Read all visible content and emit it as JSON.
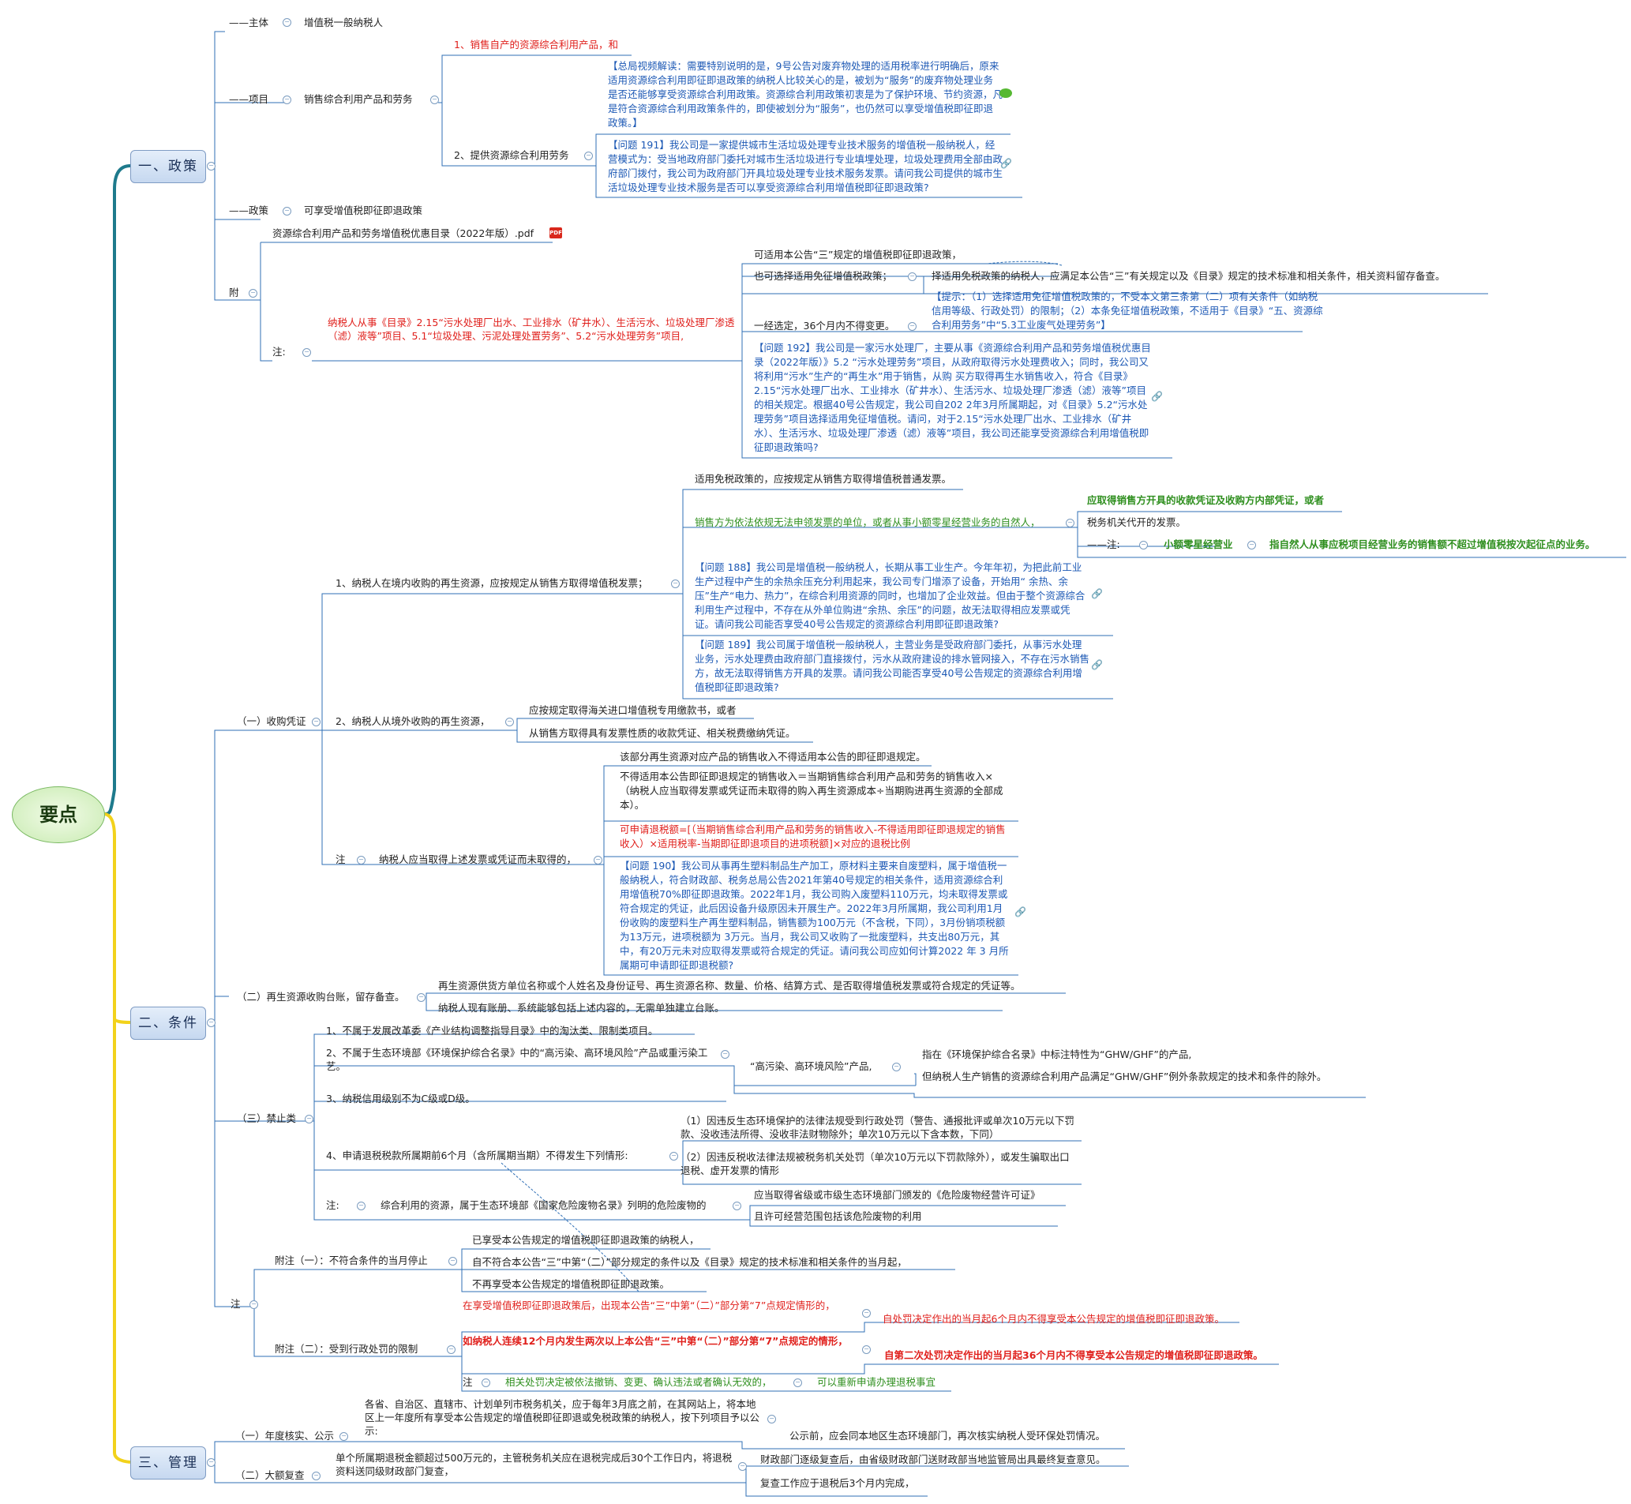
{
  "root": "要点",
  "sections": {
    "policy": "一、政策",
    "conditions": "二、条件",
    "management": "三、管理"
  },
  "policy": {
    "subject_label": "——主体",
    "subject_value": "增值税一般纳税人",
    "item_label": "——项目",
    "item_value": "销售综合利用产品和劳务",
    "item1": "1、销售自产的资源综合利用产品，和",
    "item2": "2、提供资源综合利用劳务",
    "video_note": "【总局视频解读：需要特别说明的是，9号公告对废弃物处理的适用税率进行明确后，原来适用资源综合利用即征即退政策的纳税人比较关心的是，被划为“服务”的废弃物处理业务是否还能够享受资源综合利用政策。资源综合利用政策初衷是为了保护环境、节约资源，凡是符合资源综合利用政策条件的，即使被划分为“服务”，也仍然可以享受增值税即征即退政策。】",
    "q191": "【问题 191】我公司是一家提供城市生活垃圾处理专业技术服务的增值税一般纳税人，经营模式为：受当地政府部门委托对城市生活垃圾进行专业填埋处理，垃圾处理费用全部由政府部门拨付，我公司为政府部门开具垃圾处理专业技术服务发票。请问我公司提供的城市生活垃圾处理专业技术服务是否可以享受资源综合利用增值税即征即退政策?",
    "policy_label": "——政策",
    "policy_value": "可享受增值税即征即退政策",
    "attach_label": "附",
    "attach_file": "资源综合利用产品和劳务增值税优惠目录（2022年版）.pdf",
    "note_label": "注:",
    "sewage_note": "纳税人从事《目录》2.15“污水处理厂出水、工业排水（矿井水）、生活污水、垃圾处理厂渗透（滤）液等”项目、5.1“垃圾处理、污泥处理处置劳务”、5.2“污水处理劳务”项目,",
    "can_apply": "可适用本公告“三”规定的增值税即征即退政策，",
    "exempt_option": "也可选择适用免征增值税政策；",
    "exempt_detail": "择适用免税政策的纳税人，应满足本公告“三”有关规定以及《目录》规定的技术标准和相关条件，相关资料留存备查。",
    "once_chosen": "一经选定，36个月内不得变更。",
    "tip": "【提示：（1）选择适用免征增值税政策的，不受本文第三条第（二）项有关条件（如纳税信用等级、行政处罚）的限制；（2）本条免征增值税政策，不适用于《目录》“五、资源综合利用劳务”中“5.3工业废气处理劳务”】",
    "q192": "【问题 192】我公司是一家污水处理厂，主要从事《资源综合利用产品和劳务增值税优惠目录（2022年版）》5.2 “污水处理劳务”项目，从政府取得污水处理费收入；同时，我公司又将利用“污水”生产的“再生水”用于销售，从购 买方取得再生水销售收入，符合《目录》2.15“污水处理厂出水、工业排水（矿井水）、生活污水、垃圾处理厂渗透（滤）液等”项目的相关规定。根据40号公告规定，我公司自202 2年3月所属期起，对《目录》5.2“污水处理劳务”项目选择适用免征增值税。请问，对于2.15“污水处理厂出水、工业排水（矿井水）、生活污水、垃圾处理厂渗透（滤）液等”项目，我公司还能享受资源综合利用增值税即征即退政策吗?"
  },
  "conditions": {
    "voucher_label": "（一）收购凭证",
    "v1": "1、纳税人在境内收购的再生资源，应按规定从销售方取得增值税发票；",
    "v1_a": "适用免税政策的，应按规定从销售方取得增值税普通发票。",
    "v1_b": "销售方为依法依规无法申领发票的单位，或者从事小额零星经营业务的自然人，",
    "v1_b1": "应取得销售方开具的收款凭证及收购方内部凭证，或者",
    "v1_b2": "税务机关代开的发票。",
    "v1_note_label": "——注:",
    "v1_note_key": "小额零星经营业",
    "v1_note_value": "指自然人从事应税项目经营业务的销售额不超过增值税按次起征点的业务。",
    "q188": "【问题 188】我公司是增值税一般纳税人，长期从事工业生产。今年年初，为把此前工业生产过程中产生的余热余压充分利用起来，我公司专门增添了设备，开始用“ 余热、余压”生产“电力、热力”，在综合利用资源的同时，也增加了企业效益。但由于整个资源综合利用生产过程中，不存在从外单位购进“余热、余压”的问题，故无法取得相应发票或凭证。请问我公司能否享受40号公告规定的资源综合利用即征即退政策?",
    "q189": "【问题 189】我公司属于增值税一般纳税人，主营业务是受政府部门委托，从事污水处理业务，污水处理费由政府部门直接拨付，污水从政府建设的排水管网接入，不存在污水销售方，故无法取得销售方开具的发票。请问我公司能否享受40号公告规定的资源综合利用增值税即征即退政策?",
    "v2": "2、纳税人从境外收购的再生资源，",
    "v2_a": "应按规定取得海关进口增值税专用缴款书，或者",
    "v2_b": "从销售方取得具有发票性质的收款凭证、相关税费缴纳凭证。",
    "vn_label": "注",
    "vn": "纳税人应当取得上述发票或凭证而未取得的，",
    "vn_a": "该部分再生资源对应产品的销售收入不得适用本公告的即征即退规定。",
    "vn_b": "不得适用本公告即征即退规定的销售收入＝当期销售综合利用产品和劳务的销售收入×（纳税人应当取得发票或凭证而未取得的购入再生资源成本÷当期购进再生资源的全部成本）。",
    "vn_c": "可申请退税额=[（当期销售综合利用产品和劳务的销售收入-不得适用即征即退规定的销售收入）×适用税率-当期即征即退项目的进项税额]×对应的退税比例",
    "q190": "【问题 190】我公司从事再生塑料制品生产加工，原材料主要来自废塑料，属于增值税一般纳税人，符合财政部、税务总局公告2021年第40号规定的相关条件，适用资源综合利用增值税70%即征即退政策。2022年1月，我公司购入废塑料110万元，均未取得发票或符合规定的凭证，此后因设备升级原因未开展生产。2022年3月所属期，我公司利用1月份收购的废塑料生产再生塑料制品，销售额为100万元（不含税，下同），3月份销项税额为13万元，进项税额为 3万元。当月，我公司又收购了一批废塑料，共支出80万元，其中，有20万元未对应取得发票或符合规定的凭证。请问我公司应如何计算2022 年 3 月所属期可申请即征即退税额?",
    "ledger_label": "（二）再生资源收购台账，留存备查。",
    "ledger_a": "再生资源供货方单位名称或个人姓名及身份证号、再生资源名称、数量、价格、结算方式、是否取得增值税发票或符合规定的凭证等。",
    "ledger_b": "纳税人现有账册、系统能够包括上述内容的，无需单独建立台账。",
    "ban_label": "（三）禁止类",
    "ban1": "1、不属于发展改革委《产业结构调整指导目录》中的淘汰类、限制类项目。",
    "ban2": "2、不属于生态环境部《环境保护综合名录》中的“高污染、高环境风险”产品或重污染工艺。",
    "ban2_key": "“高污染、高环境风险”产品,",
    "ban2_a": "指在《环境保护综合名录》中标注特性为“GHW/GHF”的产品,",
    "ban2_b": "但纳税人生产销售的资源综合利用产品满足“GHW/GHF”例外条款规定的技术和条件的除外。",
    "ban3": "3、纳税信用级别不为C级或D级。",
    "ban4": "4、申请退税税款所属期前6个月（含所属期当期）不得发生下列情形:",
    "ban4_a": "（1）因违反生态环境保护的法律法规受到行政处罚（警告、通报批评或单次10万元以下罚款、没收违法所得、没收非法财物除外；单次10万元以下含本数，下同）",
    "ban4_b": "（2）因违反税收法律法规被税务机关处罚（单次10万元以下罚款除外），或发生骗取出口退税、虚开发票的情形",
    "ban_note_label": "注:",
    "ban_note": "综合利用的资源，属于生态环境部《国家危险废物名录》列明的危险废物的",
    "ban_note_a": "应当取得省级或市级生态环境部门颁发的《危险废物经营许可证》",
    "ban_note_b": "且许可经营范围包括该危险废物的利用",
    "extra_label": "注",
    "extra1_label": "附注（一）：不符合条件的当月停止",
    "extra1_a": "已享受本公告规定的增值税即征即退政策的纳税人，",
    "extra1_b": "自不符合本公告“三”中第“（二）”部分规定的条件以及《目录》规定的技术标准和相关条件的当月起，",
    "extra1_c": "不再享受本公告规定的增值税即征即退政策。",
    "extra2_label": "附注（二）：受到行政处罚的限制",
    "extra2_a": "在享受增值税即征即退政策后，出现本公告“三”中第“（二）”部分第“7”点规定情形的，",
    "extra2_a_res": "自处罚决定作出的当月起6个月内不得享受本公告规定的增值税即征即退政策。",
    "extra2_b": "如纳税人连续12个月内发生两次以上本公告“三”中第“（二）”部分第“7”点规定的情形，",
    "extra2_b_res": "自第二次处罚决定作出的当月起36个月内不得享受本公告规定的增值税即征即退政策。",
    "extra2_note_label": "注",
    "extra2_note": "相关处罚决定被依法撤销、变更、确认违法或者确认无效的，",
    "extra2_note_res": "可以重新申请办理退税事宜"
  },
  "management": {
    "annual_label": "（一）年度核实、公示",
    "annual": "各省、自治区、直辖市、计划单列市税务机关，应于每年3月底之前，在其网站上，将本地区上一年度所有享受本公告规定的增值税即征即退或免税政策的纳税人，按下列项目予以公示:",
    "annual_res": "公示前，应会同本地区生态环境部门，再次核实纳税人受环保处罚情况。",
    "review_label": "（二）大额复查",
    "review": "单个所属期退税金额超过500万元的，主管税务机关应在退税完成后30个工作日内，将退税资料送同级财政部门复查，",
    "review_a": "财政部门逐级复查后，由省级财政部门送财政部当地监管局出具最终复查意见。",
    "review_b": "复查工作应于退税后3个月内完成，"
  },
  "colors": {
    "policy_branch": "#1e7a8c",
    "conditions_branch": "#f2d21b",
    "management_branch": "#f2d21b",
    "text_blue": "#1d59b5",
    "text_red": "#e0201c",
    "text_green": "#2f8f1f"
  },
  "icons": [
    "collapse-icon",
    "link-icon",
    "wechat-icon",
    "pdf-icon"
  ]
}
